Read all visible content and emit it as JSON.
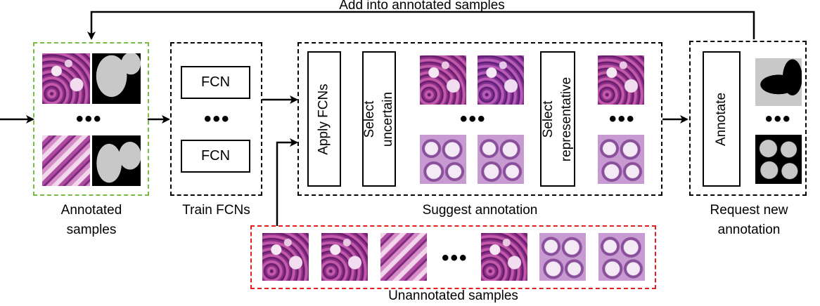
{
  "feedback_label": "Add into annotated samples",
  "annotated": {
    "caption_line1": "Annotated",
    "caption_line2": "samples",
    "ellipsis": "•••"
  },
  "train": {
    "caption": "Train FCNs",
    "fcn_top": "FCN",
    "fcn_bottom": "FCN",
    "ellipsis": "•••"
  },
  "suggest": {
    "caption": "Suggest annotation",
    "apply_fcns": "Apply FCNs",
    "select_uncertain_line1": "Select",
    "select_uncertain_line2": "uncertain",
    "select_representative_line1": "Select",
    "select_representative_line2": "representative",
    "ellipsis_uncertain": "•••",
    "ellipsis_representative": "•••"
  },
  "request": {
    "caption_line1": "Request new",
    "caption_line2": "annotation",
    "annotate": "Annotate",
    "ellipsis": "•••"
  },
  "unannotated": {
    "caption": "Unannotated samples",
    "ellipsis": "•••"
  },
  "colors": {
    "annotated_border": "#77bb44",
    "unannotated_border": "#e21e1e",
    "default_border": "#000000"
  }
}
